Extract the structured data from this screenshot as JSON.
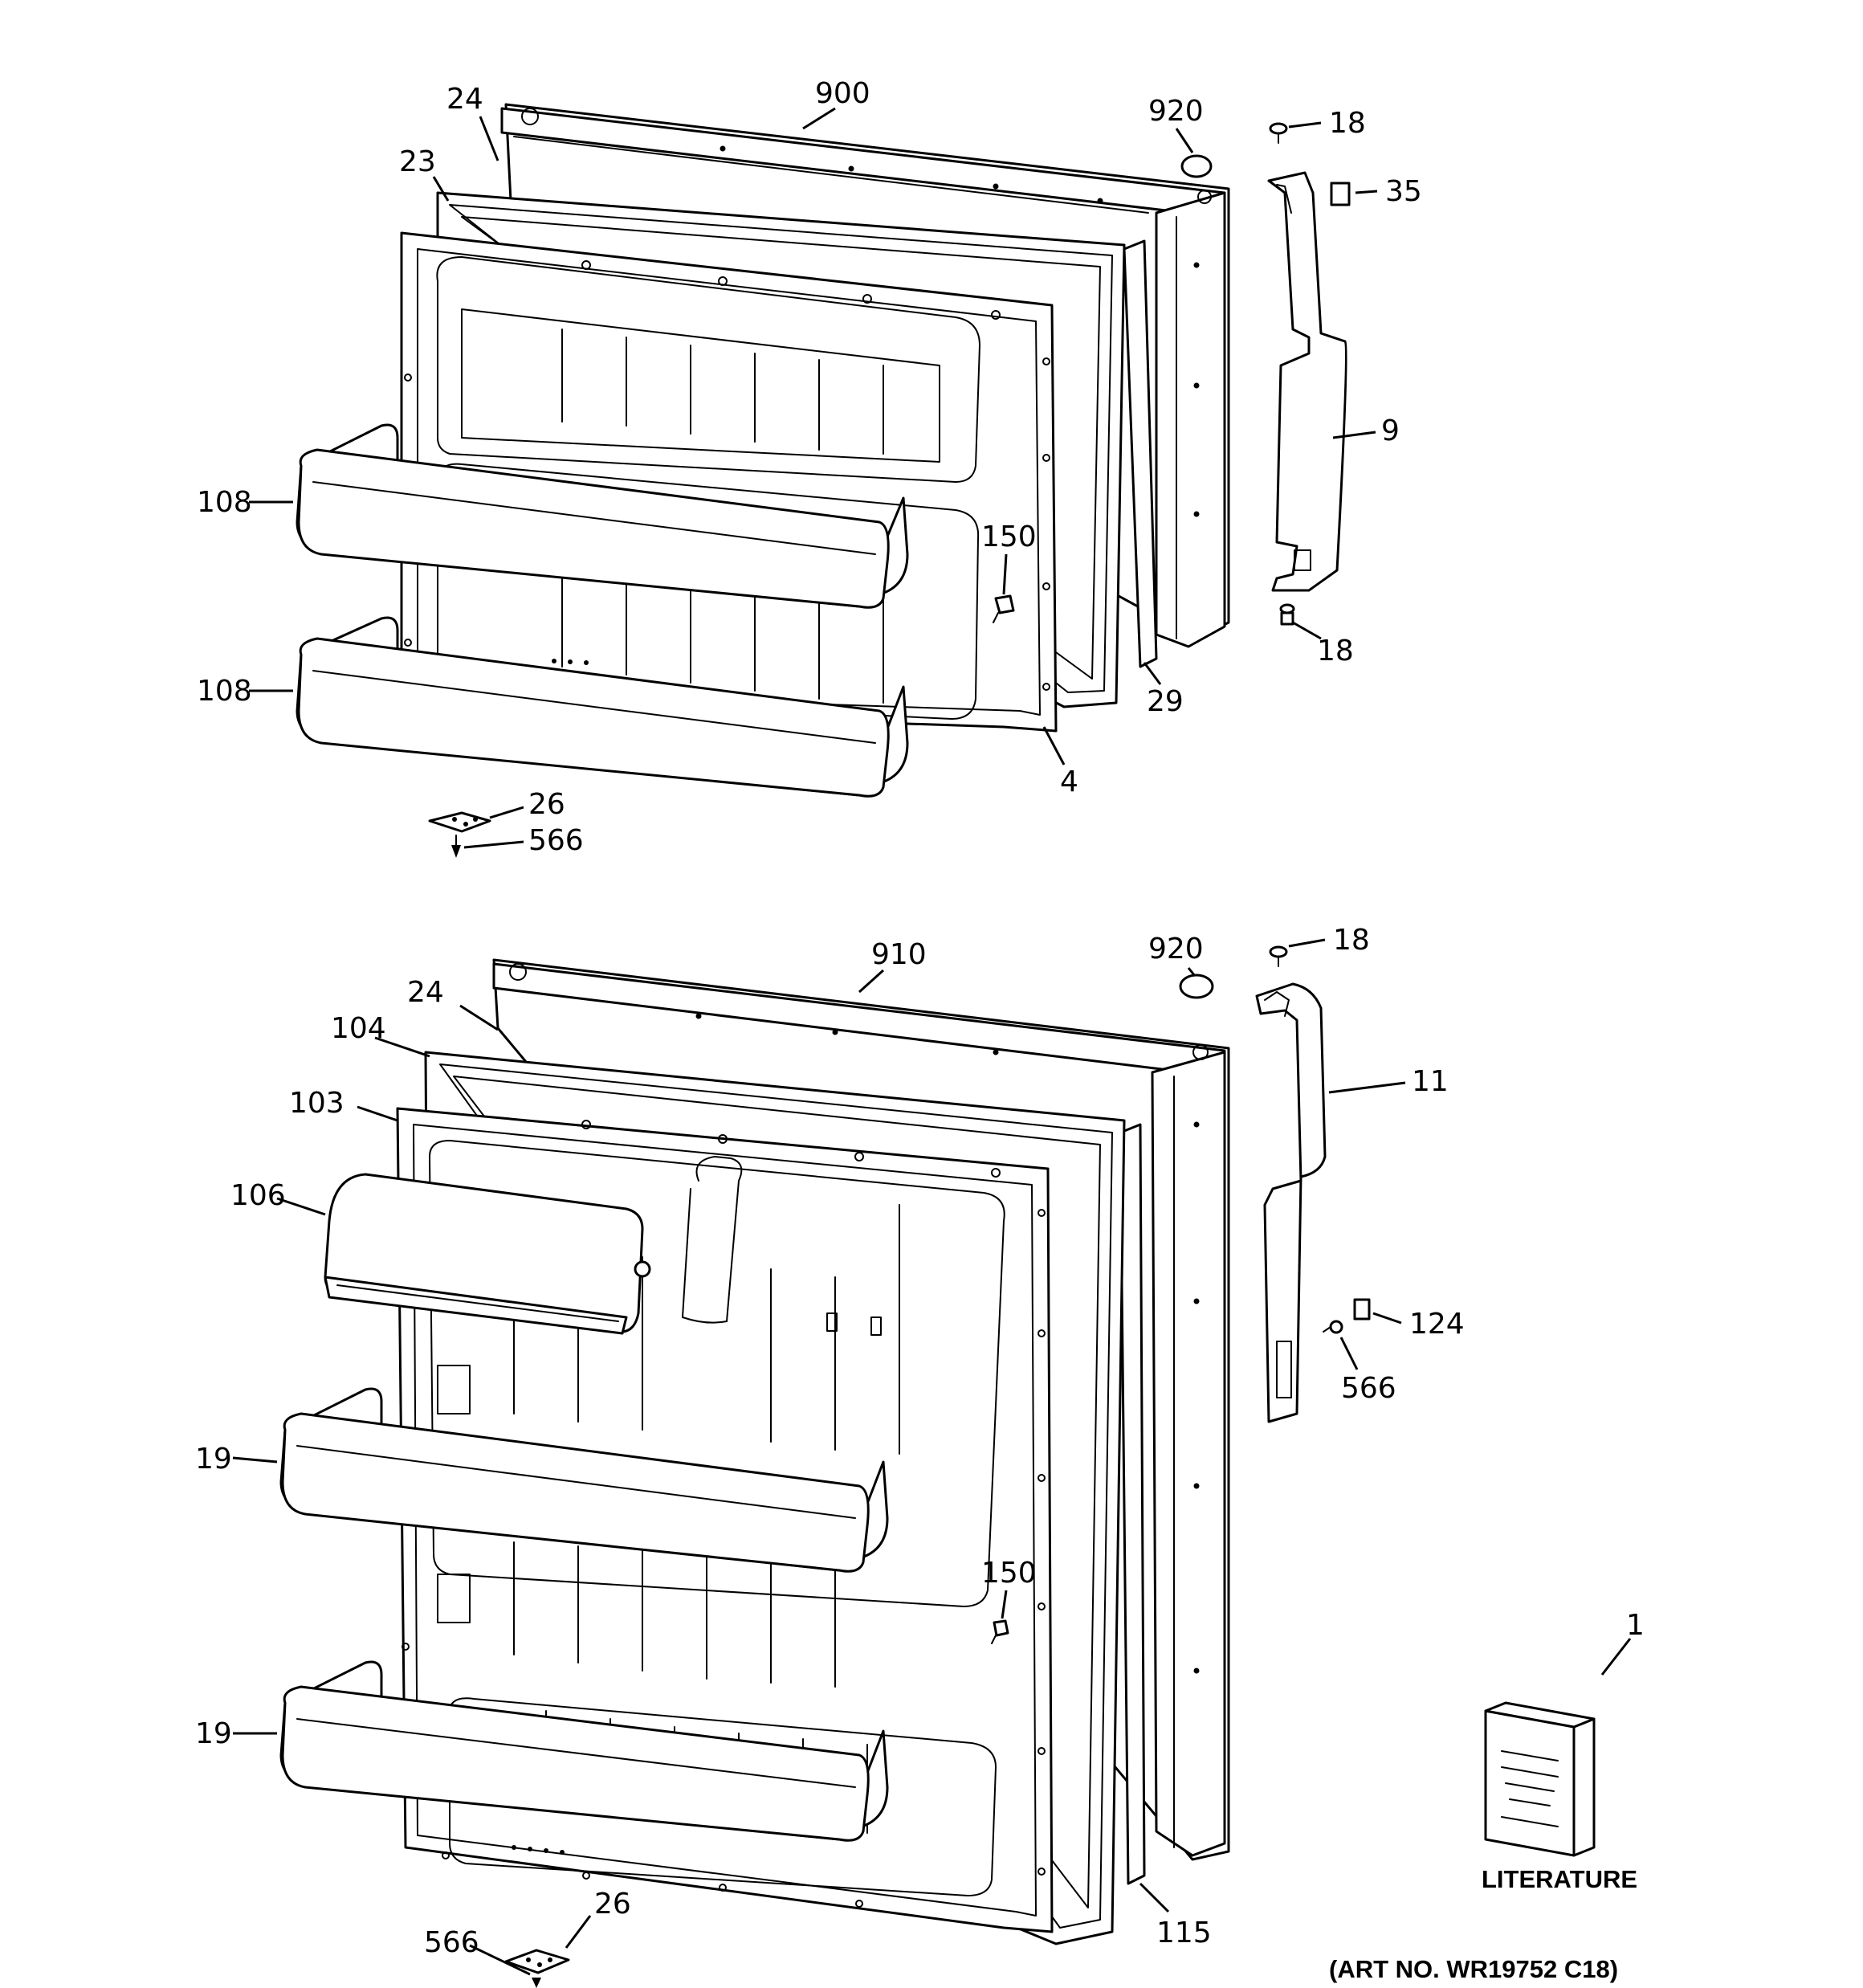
{
  "callouts": {
    "c900": "900",
    "c24_top": "24",
    "c920_top": "920",
    "c18_top_a": "18",
    "c35": "35",
    "c23": "23",
    "c9": "9",
    "c108_a": "108",
    "c150_top": "150",
    "c108_b": "108",
    "c18_top_b": "18",
    "c29": "29",
    "c4": "4",
    "c26_top": "26",
    "c566_top": "566",
    "c910": "910",
    "c920_bot": "920",
    "c18_bot": "18",
    "c24_bot": "24",
    "c104": "104",
    "c11": "11",
    "c103": "103",
    "c106": "106",
    "c124": "124",
    "c566_mid": "566",
    "c19_a": "19",
    "c150_bot": "150",
    "c1": "1",
    "c19_b": "19",
    "c26_bot": "26",
    "c115": "115",
    "c566_bot": "566"
  },
  "literature_label": "LITERATURE",
  "art_number": "(ART NO. WR19752 C18)"
}
